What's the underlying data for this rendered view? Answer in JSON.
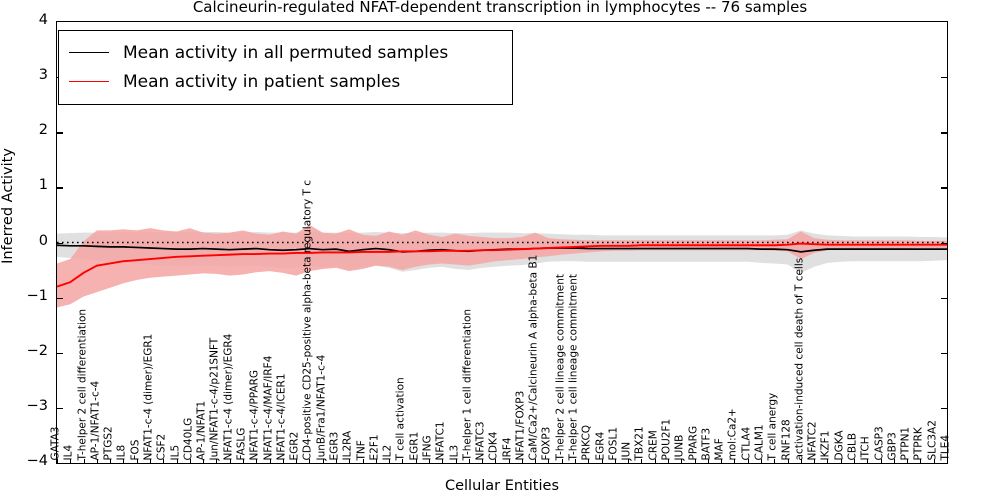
{
  "chart_data": {
    "type": "line",
    "title": "Calcineurin-regulated NFAT-dependent transcription in lymphocytes -- 76 samples",
    "xlabel": "Cellular Entities",
    "ylabel": "Inferred Activity",
    "ylim": [
      -4,
      4
    ],
    "yticks": [
      -4,
      -3,
      -2,
      -1,
      0,
      1,
      2,
      3,
      4
    ],
    "grid": false,
    "legend_position": "upper-left",
    "zero_reference_line": 0,
    "categories": [
      "GATA3",
      "IL4",
      "T-helper 2 cell differentiation",
      "AP-1/NFAT1-c-4",
      "PTGS2",
      "IL8",
      "FOS",
      "NFAT1-c-4 (dimer)/EGR1",
      "CSF2",
      "IL5",
      "CD40LG",
      "AP-1/NFAT1",
      "Jun/NFAT1-c-4/p21SNFT",
      "NFAT1-c-4 (dimer)/EGR4",
      "FASLG",
      "NFAT1-c-4/PPARG",
      "NFAT1-c-4/MAF/IRF4",
      "NFAT1-c-4/ICER1",
      "EGR2",
      "CD4-positive CD25-positive alpha-beta regulatory T c",
      "JunB/Fra1/NFAT1-c-4",
      "EGR3",
      "IL2RA",
      "TNF",
      "E2F1",
      "IL2",
      "T cell activation",
      "EGR1",
      "IFNG",
      "NFATC1",
      "IL3",
      "T-helper 1 cell differentiation",
      "NFATC3",
      "CDK4",
      "IRF4",
      "NFAT1/FOXP3",
      "CaM/Ca2+/Calcineurin A alpha-beta B1",
      "FOXP3",
      "T-helper 2 cell lineage commitment",
      "T-helper 1 cell lineage commitment",
      "PRKCQ",
      "EGR4",
      "FOSL1",
      "JUN",
      "TBX21",
      "CREM",
      "POU2F1",
      "JUNB",
      "PPARG",
      "BATF3",
      "MAF",
      "mol:Ca2+",
      "CTLA4",
      "CALM1",
      "T cell anergy",
      "RNF128",
      "activation-induced cell death of T cells",
      "NFATC2",
      "IKZF1",
      "DGKA",
      "CBLB",
      "ITCH",
      "CASP3",
      "GBP3",
      "PTPN1",
      "PTPRK",
      "SLC3A2",
      "TLE4"
    ],
    "series": [
      {
        "name": "Mean activity in all permuted samples",
        "color": "#000000",
        "values": [
          -0.05,
          -0.06,
          -0.06,
          -0.07,
          -0.08,
          -0.08,
          -0.09,
          -0.1,
          -0.11,
          -0.12,
          -0.12,
          -0.11,
          -0.12,
          -0.13,
          -0.12,
          -0.11,
          -0.13,
          -0.14,
          -0.13,
          -0.11,
          -0.13,
          -0.12,
          -0.16,
          -0.13,
          -0.11,
          -0.13,
          -0.17,
          -0.16,
          -0.14,
          -0.13,
          -0.15,
          -0.16,
          -0.14,
          -0.13,
          -0.12,
          -0.12,
          -0.11,
          -0.1,
          -0.1,
          -0.1,
          -0.11,
          -0.11,
          -0.11,
          -0.11,
          -0.11,
          -0.11,
          -0.11,
          -0.11,
          -0.11,
          -0.11,
          -0.11,
          -0.11,
          -0.11,
          -0.12,
          -0.12,
          -0.13,
          -0.17,
          -0.14,
          -0.12,
          -0.12,
          -0.12,
          -0.12,
          -0.12,
          -0.12,
          -0.12,
          -0.12,
          -0.12,
          -0.12
        ],
        "band_lower": [
          -0.26,
          -0.28,
          -0.3,
          -0.32,
          -0.34,
          -0.36,
          -0.38,
          -0.4,
          -0.42,
          -0.43,
          -0.43,
          -0.42,
          -0.43,
          -0.44,
          -0.43,
          -0.42,
          -0.44,
          -0.46,
          -0.45,
          -0.42,
          -0.45,
          -0.43,
          -0.5,
          -0.45,
          -0.42,
          -0.46,
          -0.53,
          -0.5,
          -0.46,
          -0.44,
          -0.48,
          -0.5,
          -0.46,
          -0.44,
          -0.42,
          -0.41,
          -0.38,
          -0.35,
          -0.34,
          -0.34,
          -0.35,
          -0.35,
          -0.35,
          -0.35,
          -0.35,
          -0.35,
          -0.35,
          -0.35,
          -0.35,
          -0.35,
          -0.35,
          -0.35,
          -0.35,
          -0.37,
          -0.38,
          -0.4,
          -0.55,
          -0.44,
          -0.37,
          -0.35,
          -0.34,
          -0.34,
          -0.34,
          -0.34,
          -0.34,
          -0.34,
          -0.33,
          -0.32
        ],
        "band_upper": [
          0.16,
          0.17,
          0.18,
          0.18,
          0.18,
          0.19,
          0.19,
          0.19,
          0.19,
          0.19,
          0.19,
          0.19,
          0.19,
          0.18,
          0.18,
          0.19,
          0.18,
          0.18,
          0.18,
          0.19,
          0.18,
          0.18,
          0.17,
          0.18,
          0.19,
          0.18,
          0.17,
          0.17,
          0.18,
          0.18,
          0.17,
          0.17,
          0.18,
          0.18,
          0.18,
          0.17,
          0.17,
          0.16,
          0.15,
          0.14,
          0.14,
          0.13,
          0.13,
          0.13,
          0.13,
          0.13,
          0.13,
          0.13,
          0.13,
          0.13,
          0.13,
          0.13,
          0.13,
          0.13,
          0.13,
          0.14,
          0.22,
          0.16,
          0.13,
          0.12,
          0.11,
          0.11,
          0.11,
          0.11,
          0.11,
          0.1,
          0.1,
          0.09
        ]
      },
      {
        "name": "Mean activity in patient samples",
        "color": "#ff0000",
        "values": [
          -0.8,
          -0.72,
          -0.55,
          -0.42,
          -0.38,
          -0.34,
          -0.32,
          -0.3,
          -0.28,
          -0.26,
          -0.25,
          -0.24,
          -0.23,
          -0.22,
          -0.21,
          -0.21,
          -0.2,
          -0.2,
          -0.19,
          -0.19,
          -0.18,
          -0.18,
          -0.18,
          -0.17,
          -0.17,
          -0.17,
          -0.16,
          -0.16,
          -0.16,
          -0.15,
          -0.15,
          -0.15,
          -0.14,
          -0.14,
          -0.13,
          -0.12,
          -0.11,
          -0.1,
          -0.09,
          -0.08,
          -0.07,
          -0.06,
          -0.06,
          -0.06,
          -0.05,
          -0.05,
          -0.05,
          -0.05,
          -0.05,
          -0.05,
          -0.05,
          -0.05,
          -0.05,
          -0.05,
          -0.05,
          -0.04,
          -0.02,
          -0.03,
          -0.04,
          -0.04,
          -0.04,
          -0.04,
          -0.04,
          -0.04,
          -0.04,
          -0.04,
          -0.04,
          -0.04
        ],
        "band_lower": [
          -1.18,
          -1.12,
          -0.98,
          -0.9,
          -0.82,
          -0.74,
          -0.68,
          -0.64,
          -0.62,
          -0.6,
          -0.58,
          -0.56,
          -0.57,
          -0.6,
          -0.58,
          -0.54,
          -0.52,
          -0.55,
          -0.6,
          -0.52,
          -0.48,
          -0.46,
          -0.52,
          -0.48,
          -0.42,
          -0.44,
          -0.5,
          -0.44,
          -0.4,
          -0.38,
          -0.4,
          -0.42,
          -0.38,
          -0.34,
          -0.32,
          -0.3,
          -0.27,
          -0.25,
          -0.22,
          -0.2,
          -0.18,
          -0.16,
          -0.15,
          -0.15,
          -0.14,
          -0.14,
          -0.14,
          -0.14,
          -0.14,
          -0.14,
          -0.14,
          -0.14,
          -0.14,
          -0.14,
          -0.15,
          -0.16,
          -0.3,
          -0.19,
          -0.14,
          -0.12,
          -0.11,
          -0.11,
          -0.11,
          -0.11,
          -0.11,
          -0.1,
          -0.1,
          -0.1
        ],
        "band_upper": [
          -0.38,
          -0.3,
          0.02,
          0.22,
          0.22,
          0.24,
          0.22,
          0.26,
          0.22,
          0.2,
          0.26,
          0.18,
          0.16,
          0.18,
          0.22,
          0.16,
          0.14,
          0.2,
          0.16,
          0.32,
          0.18,
          0.16,
          0.24,
          0.14,
          0.12,
          0.2,
          0.14,
          0.22,
          0.14,
          0.1,
          0.16,
          0.12,
          0.1,
          0.08,
          0.08,
          0.1,
          0.18,
          0.08,
          0.06,
          0.05,
          0.04,
          0.04,
          0.04,
          0.04,
          0.04,
          0.04,
          0.04,
          0.04,
          0.04,
          0.04,
          0.04,
          0.04,
          0.04,
          0.04,
          0.05,
          0.06,
          0.2,
          0.08,
          0.05,
          0.04,
          0.04,
          0.04,
          0.04,
          0.04,
          0.04,
          0.03,
          0.03,
          0.03
        ]
      }
    ]
  },
  "legend": {
    "items": [
      {
        "label": "Mean activity in all permuted samples",
        "color": "#000000"
      },
      {
        "label": "Mean activity in patient samples",
        "color": "#ff0000"
      }
    ]
  },
  "colors": {
    "permuted_band": "#e0e0e0",
    "patient_band": "#f5a3a3",
    "permuted_line": "#000000",
    "patient_line": "#ff0000",
    "axis": "#000000",
    "background": "#ffffff"
  }
}
